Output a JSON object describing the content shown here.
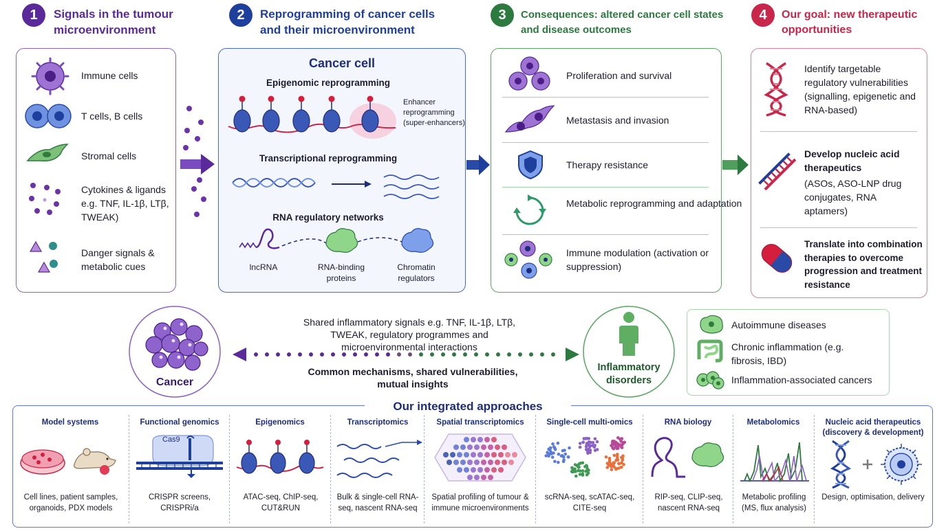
{
  "colors": {
    "purple": "#5b2a9a",
    "blue": "#1f3f9d",
    "green": "#2c7a3f",
    "red": "#c8264a",
    "navy": "#1e2d7a"
  },
  "sec1": {
    "num": "1",
    "title": "Signals in the tumour microenvironment",
    "items": [
      {
        "icon": "immune-cell-icon",
        "label": "Immune cells"
      },
      {
        "icon": "t-b-cells-icon",
        "label": "T cells, B cells"
      },
      {
        "icon": "stromal-cell-icon",
        "label": "Stromal cells"
      },
      {
        "icon": "cytokines-icon",
        "label": "Cytokines & ligands e.g. TNF, IL-1β, LTβ, TWEAK)"
      },
      {
        "icon": "danger-signals-icon",
        "label": "Danger signals & metabolic cues"
      }
    ]
  },
  "sec2": {
    "num": "2",
    "title": "Reprogramming of cancer cells and their microenvironment",
    "panel_title": "Cancer cell",
    "epi_title": "Epigenomic reprogramming",
    "enhancer": "Enhancer reprogramming (super-enhancers)",
    "tx_title": "Transcriptional reprogramming",
    "rna_title": "RNA regulatory networks",
    "lncrna": "lncRNA",
    "rbp": "RNA-binding proteins",
    "chromatin": "Chromatin regulators"
  },
  "sec3": {
    "num": "3",
    "title": "Consequences: altered cancer cell states and disease outcomes",
    "items": [
      {
        "icon": "proliferation-icon",
        "label": "Proliferation and survival"
      },
      {
        "icon": "metastasis-icon",
        "label": "Metastasis and invasion"
      },
      {
        "icon": "shield-icon",
        "label": "Therapy resistance"
      },
      {
        "icon": "cycle-arrows-icon",
        "label": "Metabolic reprogramming and adaptation"
      },
      {
        "icon": "immune-modulation-icon",
        "label": "Immune modulation (activation or suppression)"
      }
    ]
  },
  "sec4": {
    "num": "4",
    "title": "Our goal: new therapeutic opportunities",
    "items": [
      {
        "icon": "dna-icon",
        "label": "Identify targetable regulatory vulnerabilities (signalling, epigenetic and RNA-based)"
      },
      {
        "icon": "nucleic-acid-icon",
        "title": "Develop nucleic acid therapeutics",
        "label": "(ASOs, ASO-LNP drug conjugates, RNA aptamers)"
      },
      {
        "icon": "pill-icon",
        "label": "Translate into combination therapies to overcome progression and treatment resistance"
      }
    ]
  },
  "middle": {
    "cancer": "Cancer",
    "shared_top": "Shared inflammatory signals e.g. TNF, IL-1β, LTβ, TWEAK, regulatory programmes and microenvironmental interactions",
    "shared_bottom": "Common mechanisms, shared vulnerabilities, mutual insights",
    "inflammatory": "Inflammatory disorders",
    "disorders": [
      {
        "icon": "autoimmune-icon",
        "label": "Autoimmune diseases"
      },
      {
        "icon": "intestine-icon",
        "label": "Chronic inflammation (e.g. fibrosis, IBD)"
      },
      {
        "icon": "cancer-cells-icon",
        "label": "Inflammation-associated cancers"
      }
    ]
  },
  "approaches": {
    "title": "Our integrated approaches",
    "columns": [
      {
        "title": "Model systems",
        "desc": "Cell lines, patient samples, organoids, PDX models"
      },
      {
        "title": "Functional genomics",
        "desc": "CRISPR screens, CRISPRi/a",
        "cas9": "Cas9"
      },
      {
        "title": "Epigenomics",
        "desc": "ATAC-seq, ChIP-seq, CUT&RUN"
      },
      {
        "title": "Transcriptomics",
        "desc": "Bulk & single-cell RNA-seq, nascent RNA-seq"
      },
      {
        "title": "Spatial transcriptomics",
        "desc": "Spatial profiling of tumour & immune microenvironments"
      },
      {
        "title": "Single-cell multi-omics",
        "desc": "scRNA-seq, scATAC-seq, CITE-seq"
      },
      {
        "title": "RNA biology",
        "desc": "RIP-seq, CLIP-seq, nascent RNA-seq"
      },
      {
        "title": "Metabolomics",
        "desc": "Metabolic profiling (MS, flux analysis)"
      },
      {
        "title": "Nucleic acid therapeutics (discovery & development)",
        "desc": "Design, optimisation, delivery"
      }
    ]
  }
}
